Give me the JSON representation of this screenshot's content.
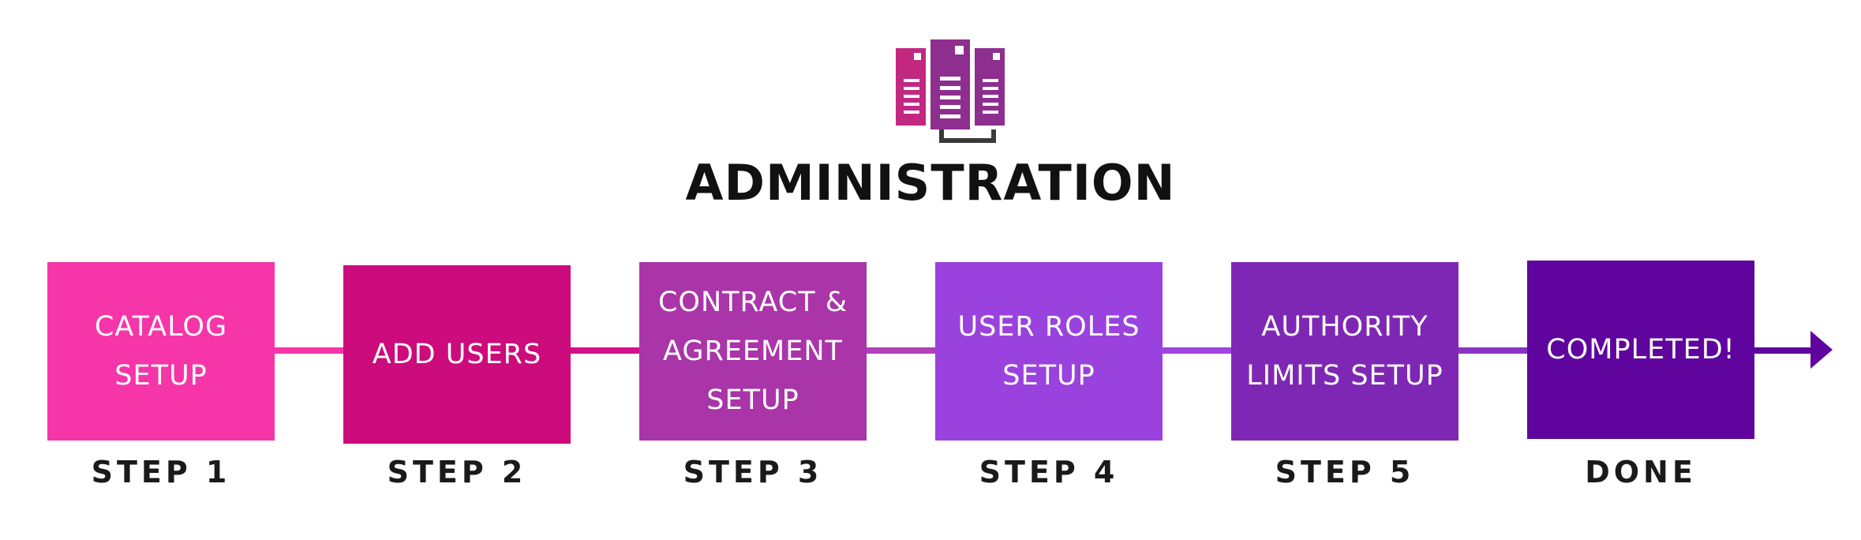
{
  "title": "ADMINISTRATION",
  "logo": {
    "icon": "server-rack-icon",
    "colors": [
      "#c2287f",
      "#8e2e8f",
      "#8e2e8f",
      "#3a3a3a"
    ]
  },
  "steps": [
    {
      "box_text": "CATALOG\nSETUP",
      "label": "STEP 1",
      "color": "#f535a8"
    },
    {
      "box_text": "ADD USERS",
      "label": "STEP 2",
      "color": "#cc0b7c"
    },
    {
      "box_text": "CONTRACT &\nAGREEMENT\nSETUP",
      "label": "STEP 3",
      "color": "#a935a8"
    },
    {
      "box_text": "USER ROLES\nSETUP",
      "label": "STEP 4",
      "color": "#9a42dd"
    },
    {
      "box_text": "AUTHORITY\nLIMITS SETUP",
      "label": "STEP 5",
      "color": "#7f27b5"
    },
    {
      "box_text": "COMPLETED!",
      "label": "DONE",
      "color": "#5f059e"
    }
  ],
  "connector_colors": [
    "#f535a8",
    "#d3118a",
    "#b340b7",
    "#a044e0",
    "#8a32c3",
    "#5f059e"
  ]
}
